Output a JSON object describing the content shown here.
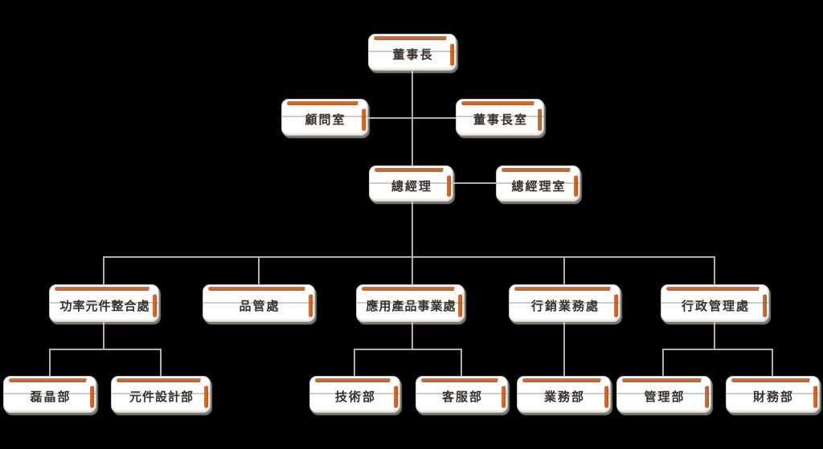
{
  "diagram": {
    "type": "org-chart",
    "colors": {
      "background": "#000000",
      "box_fill": "#ffffff",
      "box_border": "#cdc5bd",
      "accent_orange": "#c4672f",
      "connector": "#b3aeab",
      "text": "#38322e"
    }
  },
  "nodes": {
    "chairman": {
      "label": "董事長"
    },
    "advisor_office": {
      "label": "顧問室"
    },
    "chairman_office": {
      "label": "董事長室"
    },
    "general_manager": {
      "label": "總經理"
    },
    "gm_office": {
      "label": "總經理室"
    },
    "power_device_div": {
      "label": "功率元件整合處"
    },
    "qa_div": {
      "label": "品管處"
    },
    "app_product_div": {
      "label": "應用產品事業處"
    },
    "marketing_sales_div": {
      "label": "行銷業務處"
    },
    "admin_mgmt_div": {
      "label": "行政管理處"
    },
    "epitaxy_dept": {
      "label": "磊晶部"
    },
    "device_design_dept": {
      "label": "元件設計部"
    },
    "tech_dept": {
      "label": "技術部"
    },
    "customer_service_dept": {
      "label": "客服部"
    },
    "sales_dept": {
      "label": "業務部"
    },
    "management_dept": {
      "label": "管理部"
    },
    "finance_dept": {
      "label": "財務部"
    }
  },
  "hierarchy": {
    "root": "chairman",
    "edges": [
      {
        "from": "chairman",
        "to": "advisor_office",
        "type": "staff"
      },
      {
        "from": "chairman",
        "to": "chairman_office",
        "type": "staff"
      },
      {
        "from": "chairman",
        "to": "general_manager",
        "type": "report"
      },
      {
        "from": "general_manager",
        "to": "gm_office",
        "type": "staff"
      },
      {
        "from": "general_manager",
        "to": "power_device_div",
        "type": "report"
      },
      {
        "from": "general_manager",
        "to": "qa_div",
        "type": "report"
      },
      {
        "from": "general_manager",
        "to": "app_product_div",
        "type": "report"
      },
      {
        "from": "general_manager",
        "to": "marketing_sales_div",
        "type": "report"
      },
      {
        "from": "general_manager",
        "to": "admin_mgmt_div",
        "type": "report"
      },
      {
        "from": "power_device_div",
        "to": "epitaxy_dept",
        "type": "report"
      },
      {
        "from": "power_device_div",
        "to": "device_design_dept",
        "type": "report"
      },
      {
        "from": "app_product_div",
        "to": "tech_dept",
        "type": "report"
      },
      {
        "from": "app_product_div",
        "to": "customer_service_dept",
        "type": "report"
      },
      {
        "from": "marketing_sales_div",
        "to": "sales_dept",
        "type": "report"
      },
      {
        "from": "admin_mgmt_div",
        "to": "management_dept",
        "type": "report"
      },
      {
        "from": "admin_mgmt_div",
        "to": "finance_dept",
        "type": "report"
      }
    ]
  }
}
